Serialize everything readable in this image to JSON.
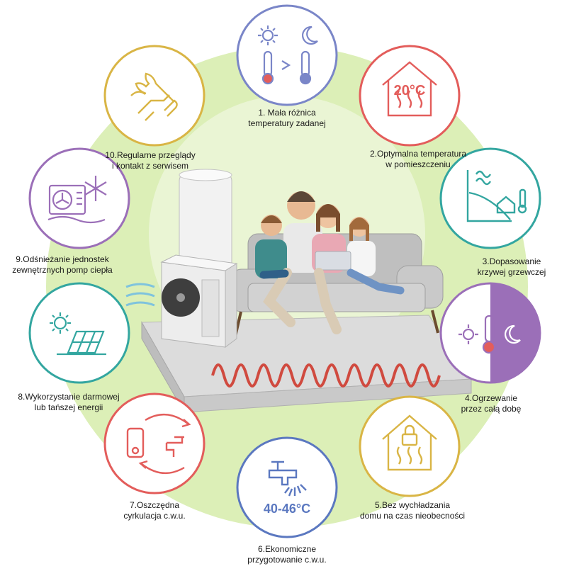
{
  "background_color": "#dcefb7",
  "items": [
    {
      "lines": [
        "1. Mała różnica",
        "temperatury zadanej"
      ],
      "color": "#7a86c8",
      "icon": "sun-moon-thermometer-icon"
    },
    {
      "lines": [
        "2.Optymalna temperatura",
        "w pomieszczeniu"
      ],
      "color": "#e35d5b",
      "icon": "house-heat-icon",
      "icon_text": "20°C"
    },
    {
      "lines": [
        "3.Dopasowanie",
        "krzywej grzewczej"
      ],
      "color": "#33a6a0",
      "icon": "heating-curve-icon"
    },
    {
      "lines": [
        "4.Ogrzewanie",
        "przez całą dobę"
      ],
      "color": "#9b6fb8",
      "icon": "day-night-icon"
    },
    {
      "lines": [
        "5.Bez wychładzania",
        "domu na czas nieobecności"
      ],
      "color": "#d9b545",
      "icon": "locked-house-icon"
    },
    {
      "lines": [
        "6.Ekonomiczne",
        "przygotowanie c.w.u."
      ],
      "color": "#5b78c0",
      "icon": "faucet-icon",
      "icon_text": "40-46°C"
    },
    {
      "lines": [
        "7.Oszczędna",
        "cyrkulacja c.w.u."
      ],
      "color": "#e35d5b",
      "icon": "circulation-icon"
    },
    {
      "lines": [
        "8.Wykorzystanie darmowej",
        "lub tańszej energii"
      ],
      "color": "#33a6a0",
      "icon": "solar-panel-icon"
    },
    {
      "lines": [
        "9.Odśnieżanie jednostek",
        "zewnętrznych pomp ciepła"
      ],
      "color": "#9b6fb8",
      "icon": "defrost-unit-icon"
    },
    {
      "lines": [
        "10.Regularne przeglądy",
        "i kontakt z serwisem"
      ],
      "color": "#d9b545",
      "icon": "wrench-hand-icon"
    }
  ]
}
